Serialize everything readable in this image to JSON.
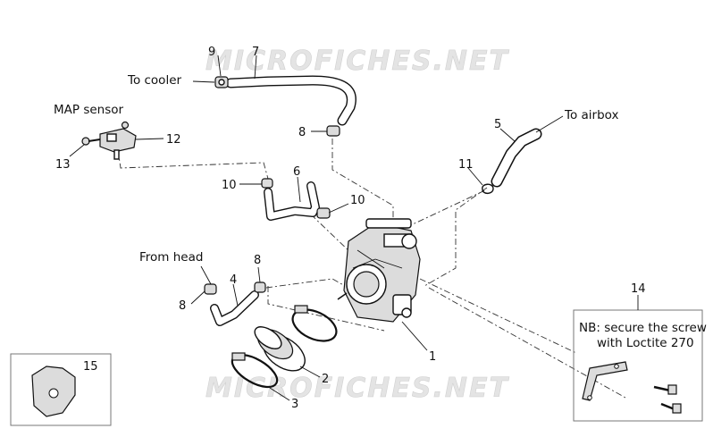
{
  "watermark": "MICROFICHES.NET",
  "callouts": {
    "to_cooler": "To cooler",
    "map_sensor": "MAP sensor",
    "to_airbox": "To airbox",
    "from_head": "From head",
    "note_line1": "NB: secure the screw",
    "note_line2": "with Loctite 270"
  },
  "part_numbers": {
    "p1": "1",
    "p2": "2",
    "p3": "3",
    "p4": "4",
    "p5": "5",
    "p6": "6",
    "p7": "7",
    "p8a": "8",
    "p8b": "8",
    "p8c": "8",
    "p9": "9",
    "p10a": "10",
    "p10b": "10",
    "p11": "11",
    "p12": "12",
    "p13": "13",
    "p14": "14",
    "p15": "15"
  }
}
